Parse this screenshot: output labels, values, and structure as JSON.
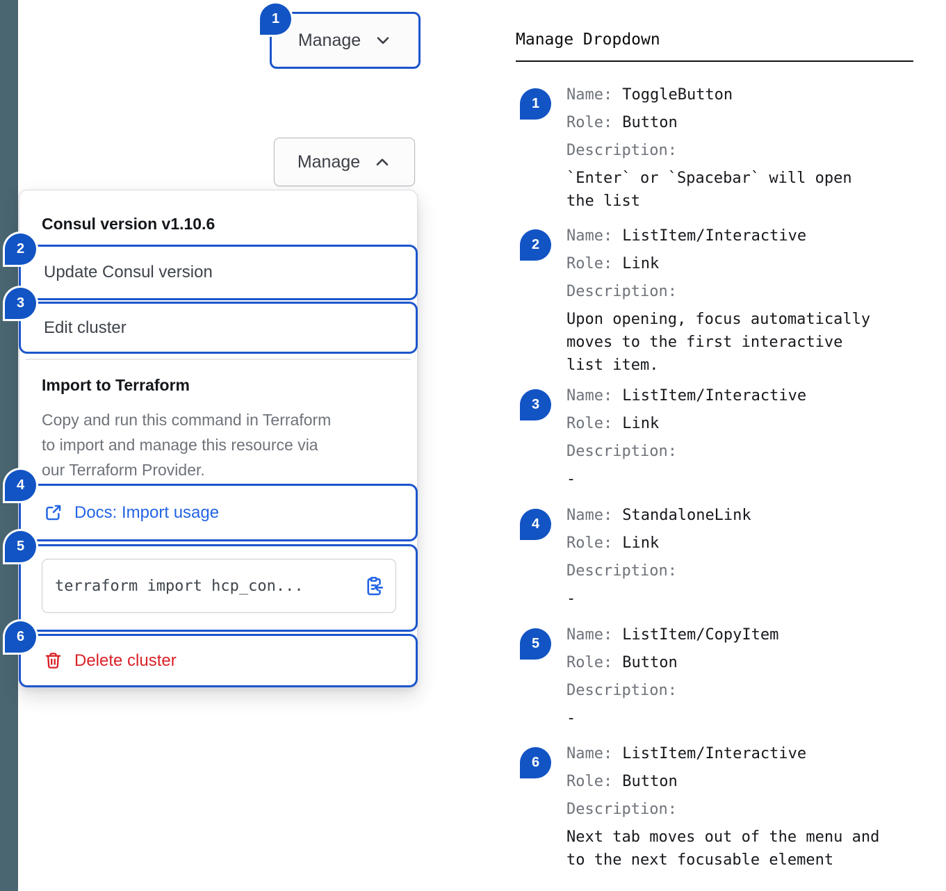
{
  "colors": {
    "badge_blue": "#1254c4",
    "outline_blue": "#1b55cb",
    "link_blue": "#2364e4",
    "danger_red": "#d92127",
    "sidebar_strip": "#4a6670"
  },
  "manage_menu": {
    "toggle_closed": {
      "annotation": "1",
      "label": "Manage"
    },
    "toggle_open": {
      "label": "Manage"
    },
    "version_header": "Consul version v1.10.6",
    "update_item": {
      "annotation": "2",
      "label": "Update Consul version"
    },
    "edit_item": {
      "annotation": "3",
      "label": "Edit cluster"
    },
    "import_header": "Import to Terraform",
    "import_description": "Copy and run this command in Terraform\nto import and manage this resource via\nour Terraform Provider.",
    "docs_link": {
      "annotation": "4",
      "label": "Docs: Import usage"
    },
    "copy_item": {
      "annotation": "5",
      "code": "terraform import hcp_con..."
    },
    "delete_item": {
      "annotation": "6",
      "label": "Delete cluster"
    }
  },
  "legend": {
    "title": "Manage Dropdown",
    "name_label": "Name:",
    "role_label": "Role:",
    "description_label": "Description:",
    "items": [
      {
        "badge": "1",
        "name": "ToggleButton",
        "role": "Button",
        "description": "`Enter` or `Spacebar` will open\nthe list"
      },
      {
        "badge": "2",
        "name": "ListItem/Interactive",
        "role": "Link",
        "description": "Upon opening, focus automatically\nmoves to the first interactive\nlist item."
      },
      {
        "badge": "3",
        "name": "ListItem/Interactive",
        "role": "Link",
        "description": "-"
      },
      {
        "badge": "4",
        "name": "StandaloneLink",
        "role": "Link",
        "description": "-"
      },
      {
        "badge": "5",
        "name": "ListItem/CopyItem",
        "role": "Button",
        "description": "-"
      },
      {
        "badge": "6",
        "name": "ListItem/Interactive",
        "role": "Button",
        "description": "Next tab moves out of the menu and\nto the next focusable element"
      }
    ]
  }
}
